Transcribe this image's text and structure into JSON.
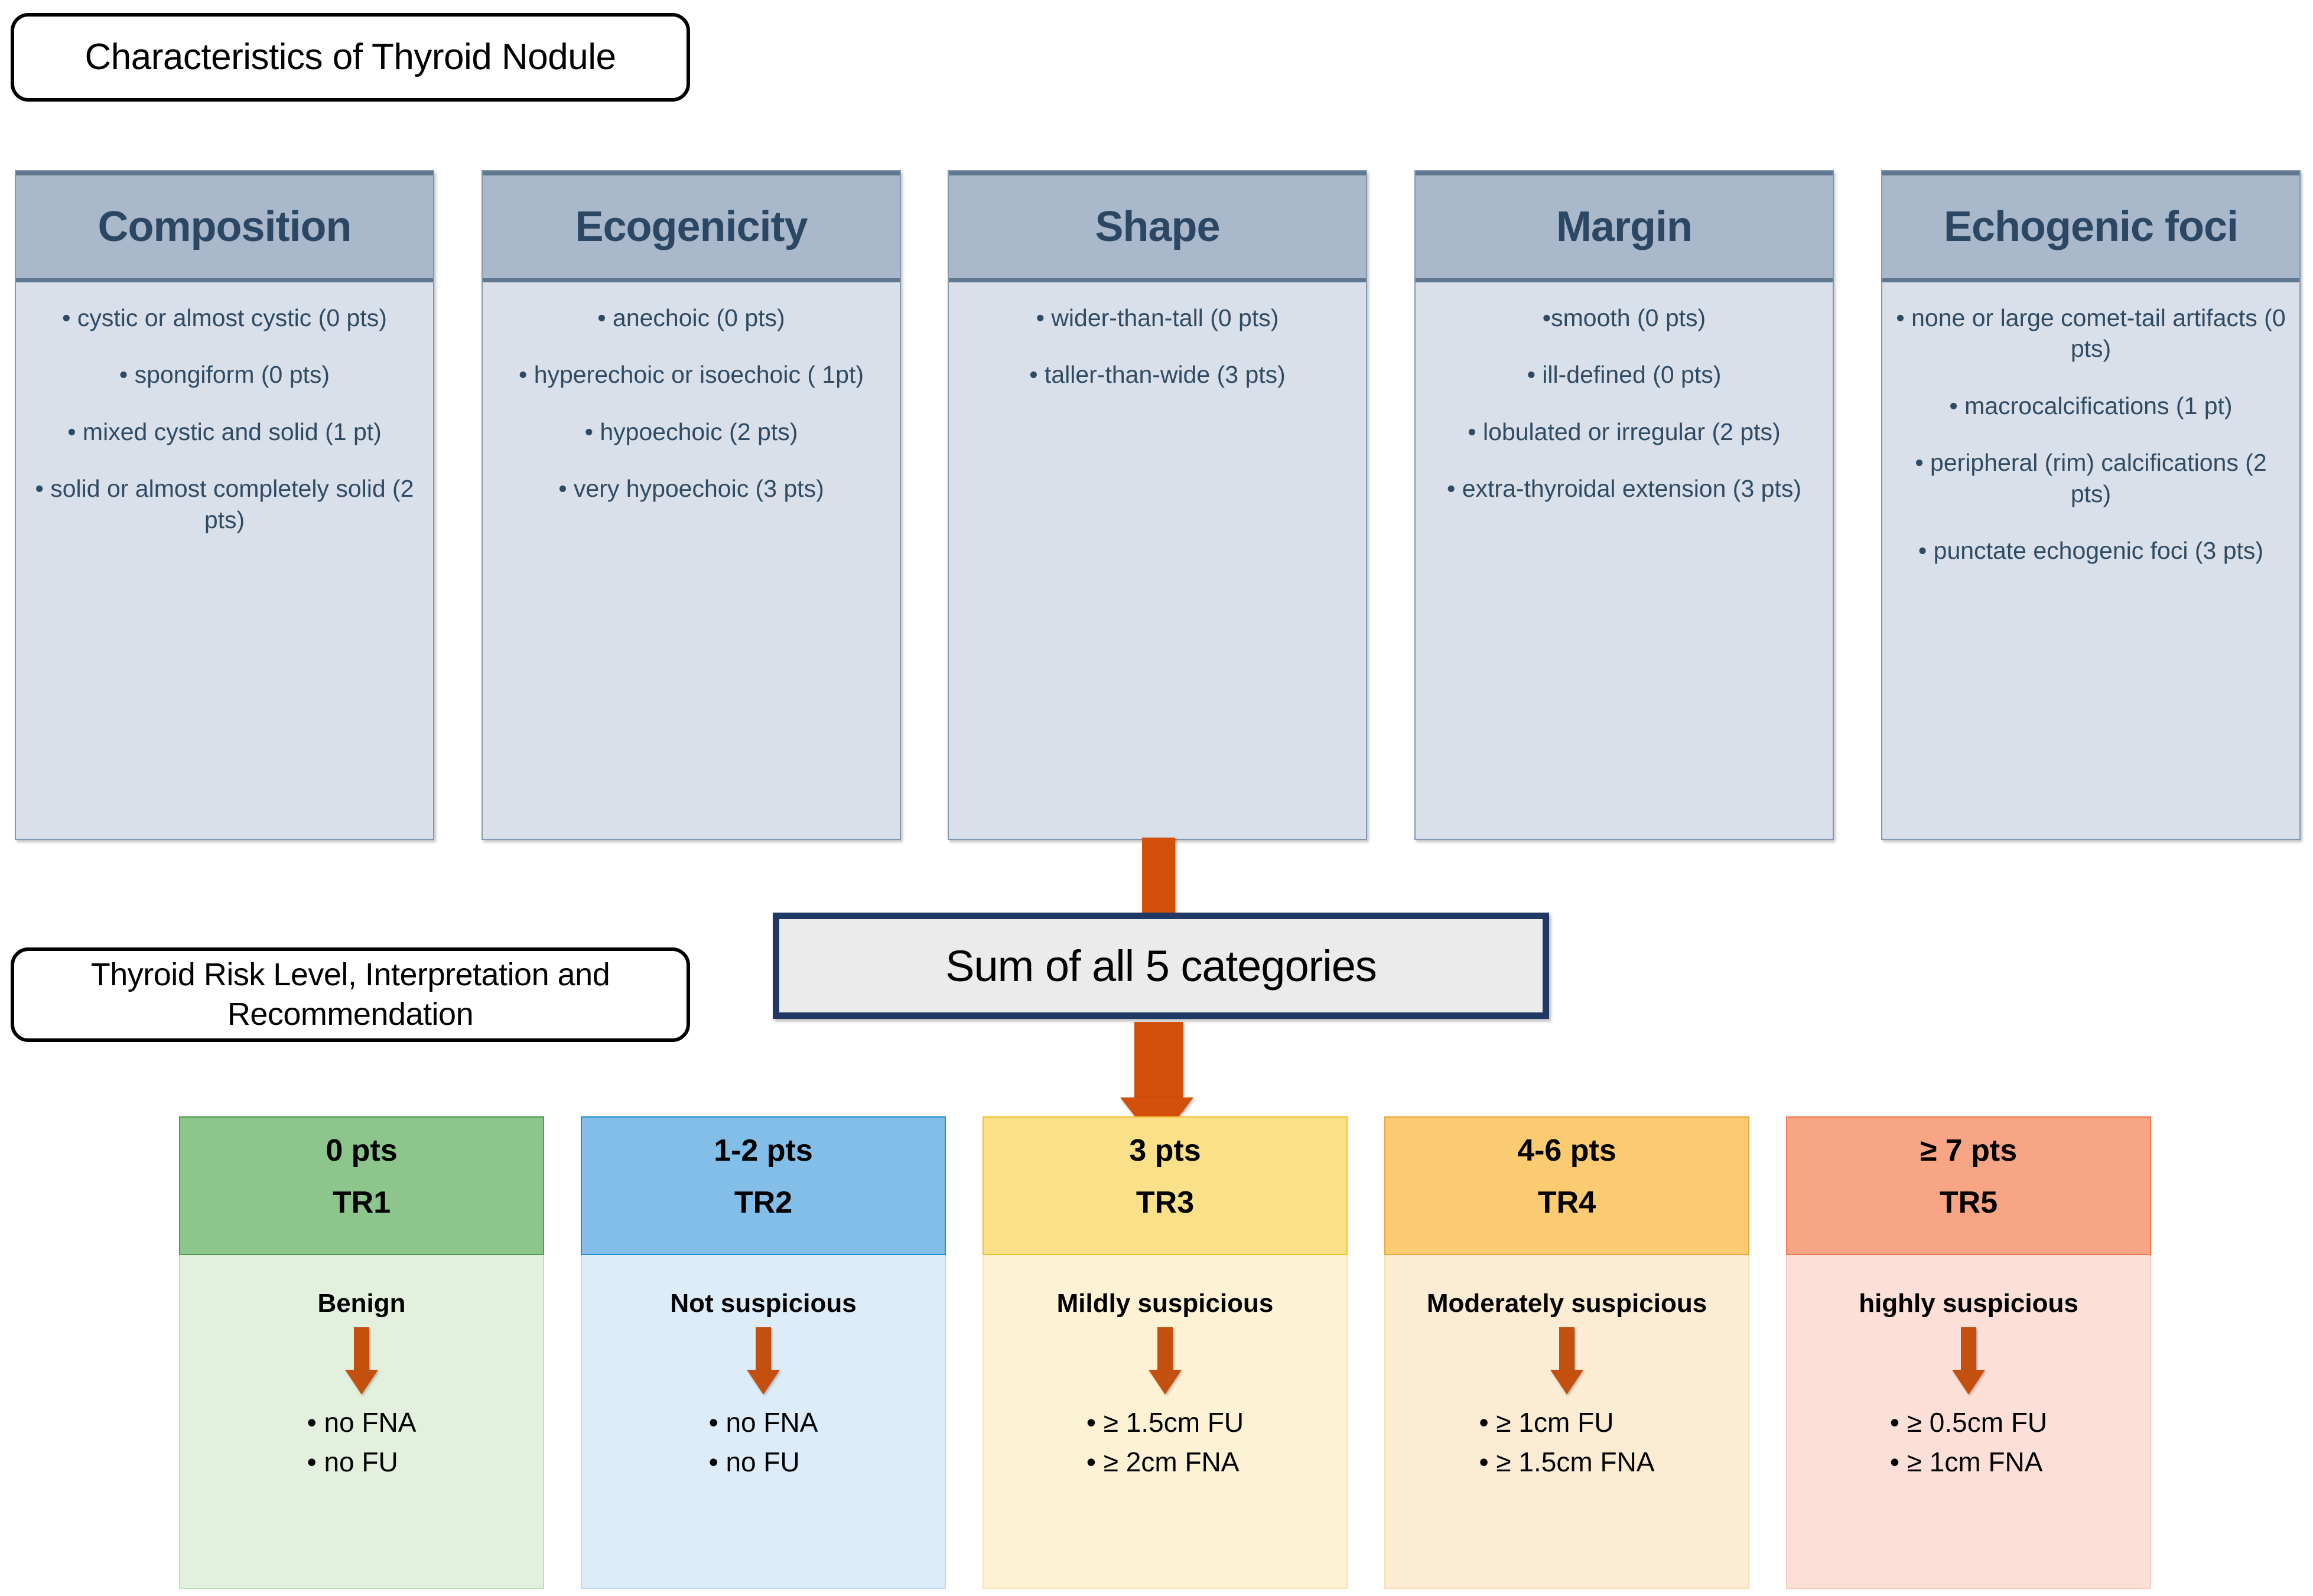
{
  "sections": {
    "top_title": "Characteristics of Thyroid Nodule",
    "bottom_title": "Thyroid Risk Level, Interpretation and Recommendation",
    "sum_box": "Sum of all 5 categories"
  },
  "colors": {
    "column_header_bg": "#a9b8ca",
    "column_body_bg": "#d9e0ea",
    "column_text": "#2f4b63",
    "arrow": "#d2500a",
    "sum_border": "#1f3864",
    "tr1_head": "#8cc68c",
    "tr1_body": "#e2f0dd",
    "tr2_head": "#82bee8",
    "tr2_body": "#ddecf9",
    "tr3_head": "#fbe08a",
    "tr3_body": "#fdf2d4",
    "tr4_head": "#fbcb71",
    "tr4_body": "#fcecd4",
    "tr5_head": "#f8a585",
    "tr5_body": "#fce0d7"
  },
  "categories": [
    {
      "name": "Composition",
      "options": [
        "• cystic or almost cystic (0 pts)",
        "• spongiform (0 pts)",
        "• mixed cystic and solid (1 pt)",
        "• solid or almost completely solid (2 pts)"
      ]
    },
    {
      "name": "Ecogenicity",
      "options": [
        "• anechoic (0 pts)",
        "• hyperechoic or isoechoic ( 1pt)",
        "• hypoechoic (2 pts)",
        "• very hypoechoic (3 pts)"
      ]
    },
    {
      "name": "Shape",
      "options": [
        "• wider-than-tall (0 pts)",
        "• taller-than-wide (3 pts)"
      ]
    },
    {
      "name": "Margin",
      "options": [
        "•smooth (0 pts)",
        "• ill-defined (0 pts)",
        "• lobulated or irregular (2 pts)",
        "• extra-thyroidal extension (3 pts)"
      ]
    },
    {
      "name": "Echogenic foci",
      "options": [
        "• none or large comet-tail artifacts (0 pts)",
        "• macrocalcifications (1 pt)",
        "• peripheral (rim) calcifications (2 pts)",
        "• punctate echogenic foci (3 pts)"
      ]
    }
  ],
  "risk_levels": [
    {
      "points": "0 pts",
      "level": "TR1",
      "interpretation": "Benign",
      "recommendations": [
        "• no FNA",
        "• no FU"
      ]
    },
    {
      "points": "1-2 pts",
      "level": "TR2",
      "interpretation": "Not suspicious",
      "recommendations": [
        "• no FNA",
        "• no FU"
      ]
    },
    {
      "points": "3 pts",
      "level": "TR3",
      "interpretation": "Mildly suspicious",
      "recommendations": [
        "• ≥ 1.5cm FU",
        "• ≥ 2cm FNA"
      ]
    },
    {
      "points": "4-6 pts",
      "level": "TR4",
      "interpretation": "Moderately suspicious",
      "recommendations": [
        "• ≥ 1cm FU",
        "• ≥ 1.5cm FNA"
      ]
    },
    {
      "points": "≥ 7 pts",
      "level": "TR5",
      "interpretation": "highly suspicious",
      "recommendations": [
        "• ≥ 0.5cm FU",
        "• ≥ 1cm FNA"
      ]
    }
  ]
}
